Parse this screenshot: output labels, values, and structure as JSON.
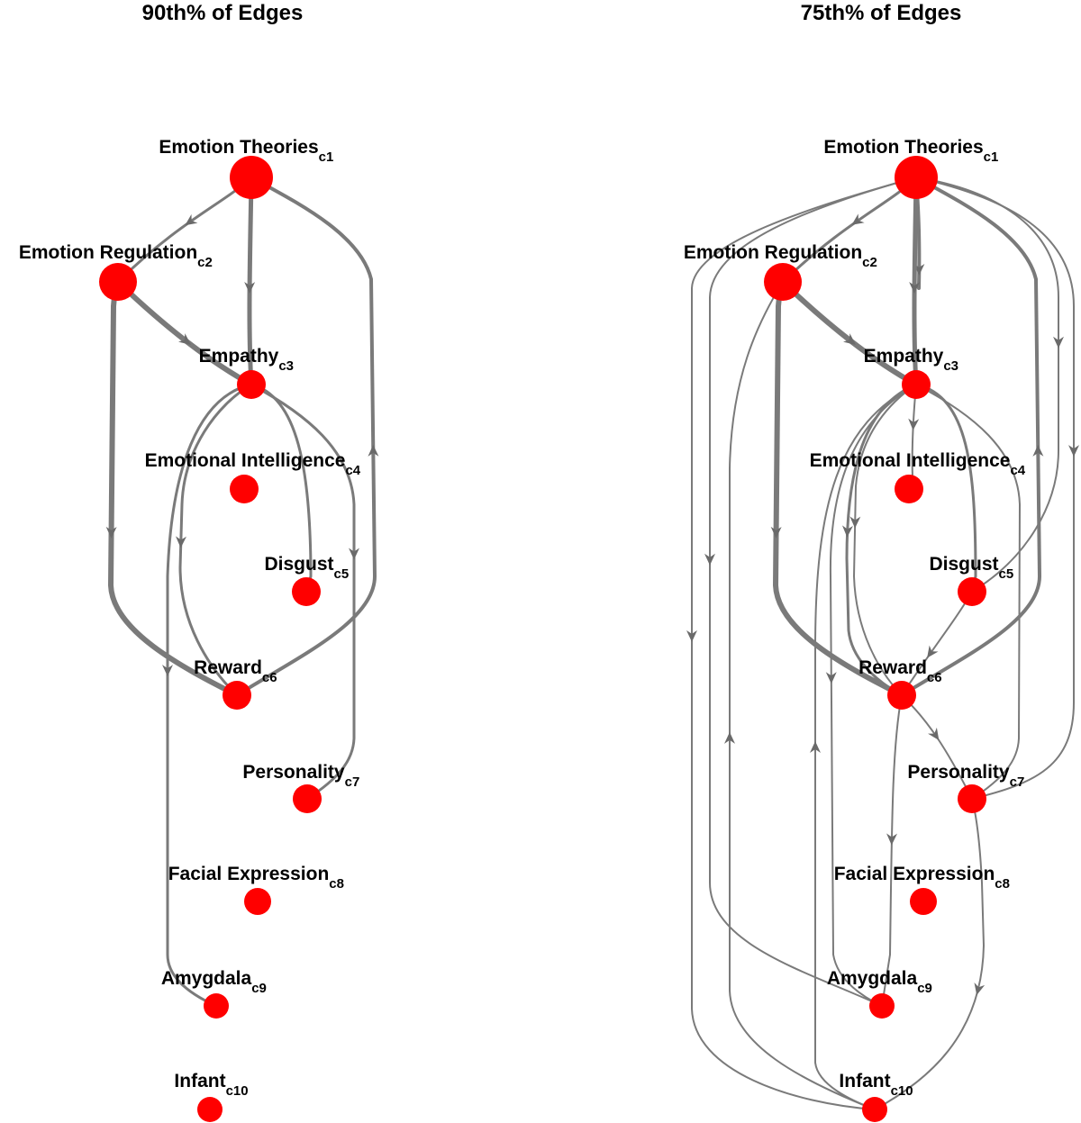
{
  "panels": [
    {
      "id": "left",
      "title": "90th% of Edges",
      "nodes": [
        {
          "id": "c1",
          "name": "Emotion Theories",
          "code": "c1"
        },
        {
          "id": "c2",
          "name": "Emotion Regulation",
          "code": "c2"
        },
        {
          "id": "c3",
          "name": "Empathy",
          "code": "c3"
        },
        {
          "id": "c4",
          "name": "Emotional Intelligence",
          "code": "c4"
        },
        {
          "id": "c5",
          "name": "Disgust",
          "code": "c5"
        },
        {
          "id": "c6",
          "name": "Reward",
          "code": "c6"
        },
        {
          "id": "c7",
          "name": "Personality",
          "code": "c7"
        },
        {
          "id": "c8",
          "name": "Facial Expression",
          "code": "c8"
        },
        {
          "id": "c9",
          "name": "Amygdala",
          "code": "c9"
        },
        {
          "id": "c10",
          "name": "Infant",
          "code": "c10"
        }
      ],
      "edges": [
        {
          "from": "c1",
          "to": "c2"
        },
        {
          "from": "c3",
          "to": "c1"
        },
        {
          "from": "c2",
          "to": "c3"
        },
        {
          "from": "c1",
          "to": "c6"
        },
        {
          "from": "c6",
          "to": "c2"
        },
        {
          "from": "c3",
          "to": "c5"
        },
        {
          "from": "c3",
          "to": "c7"
        },
        {
          "from": "c3",
          "to": "c9"
        },
        {
          "from": "c6",
          "to": "c3"
        }
      ]
    },
    {
      "id": "right",
      "title": "75th% of Edges",
      "nodes": [
        {
          "id": "c1",
          "name": "Emotion Theories",
          "code": "c1"
        },
        {
          "id": "c2",
          "name": "Emotion Regulation",
          "code": "c2"
        },
        {
          "id": "c3",
          "name": "Empathy",
          "code": "c3"
        },
        {
          "id": "c4",
          "name": "Emotional Intelligence",
          "code": "c4"
        },
        {
          "id": "c5",
          "name": "Disgust",
          "code": "c5"
        },
        {
          "id": "c6",
          "name": "Reward",
          "code": "c6"
        },
        {
          "id": "c7",
          "name": "Personality",
          "code": "c7"
        },
        {
          "id": "c8",
          "name": "Facial Expression",
          "code": "c8"
        },
        {
          "id": "c9",
          "name": "Amygdala",
          "code": "c9"
        },
        {
          "id": "c10",
          "name": "Infant",
          "code": "c10"
        }
      ],
      "edges": [
        {
          "from": "c1",
          "to": "c2"
        },
        {
          "from": "c1",
          "to": "c3"
        },
        {
          "from": "c3",
          "to": "c1"
        },
        {
          "from": "c2",
          "to": "c3"
        },
        {
          "from": "c1",
          "to": "c6"
        },
        {
          "from": "c6",
          "to": "c2"
        },
        {
          "from": "c3",
          "to": "c4"
        },
        {
          "from": "c3",
          "to": "c5"
        },
        {
          "from": "c3",
          "to": "c6"
        },
        {
          "from": "c6",
          "to": "c3"
        },
        {
          "from": "c5",
          "to": "c6"
        },
        {
          "from": "c6",
          "to": "c7"
        },
        {
          "from": "c6",
          "to": "c9"
        },
        {
          "from": "c3",
          "to": "c7"
        },
        {
          "from": "c1",
          "to": "c5"
        },
        {
          "from": "c1",
          "to": "c7"
        },
        {
          "from": "c3",
          "to": "c9"
        },
        {
          "from": "c3",
          "to": "c10"
        },
        {
          "from": "c10",
          "to": "c7"
        },
        {
          "from": "c10",
          "to": "c1"
        },
        {
          "from": "c1",
          "to": "c9"
        },
        {
          "from": "c2",
          "to": "c10"
        }
      ]
    }
  ],
  "colors": {
    "node": "#ff0000",
    "edge": "#7a7a7a",
    "text": "#000000"
  }
}
